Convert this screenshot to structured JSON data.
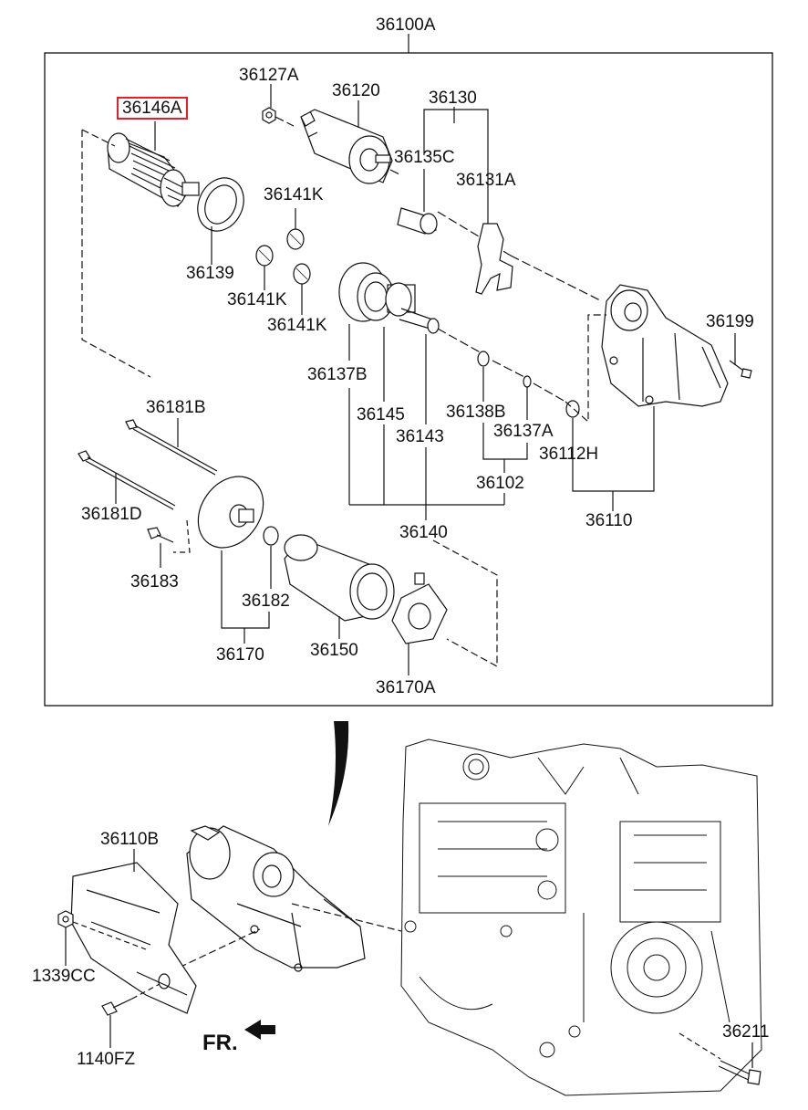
{
  "diagram": {
    "title_part": "36100A",
    "fr_label": "FR.",
    "parts": {
      "p36127A": "36127A",
      "p36120": "36120",
      "p36130": "36130",
      "p36146A": "36146A",
      "p36135C": "36135C",
      "p36131A": "36131A",
      "p36141K_a": "36141K",
      "p36139": "36139",
      "p36141K_b": "36141K",
      "p36141K_c": "36141K",
      "p36199": "36199",
      "p36137B": "36137B",
      "p36181B": "36181B",
      "p36145": "36145",
      "p36138B": "36138B",
      "p36137A": "36137A",
      "p36143": "36143",
      "p36112H": "36112H",
      "p36102": "36102",
      "p36181D": "36181D",
      "p36110": "36110",
      "p36140": "36140",
      "p36183": "36183",
      "p36182": "36182",
      "p36170": "36170",
      "p36150": "36150",
      "p36170A": "36170A",
      "p36110B": "36110B",
      "p1339CC": "1339CC",
      "p1140FZ": "1140FZ",
      "p36211": "36211"
    },
    "highlight_color": "#e0202a",
    "line_color": "#111111"
  }
}
